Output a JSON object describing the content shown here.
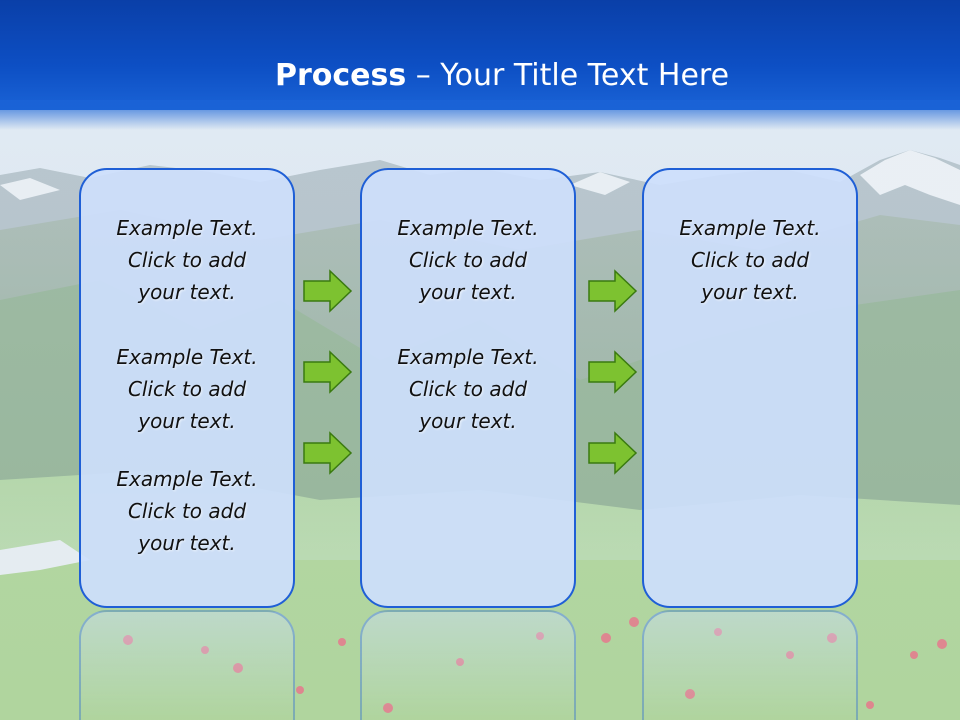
{
  "slide": {
    "title_bold": "Process",
    "title_rest": " – Your Title Text Here"
  },
  "columns": [
    {
      "blocks": [
        {
          "line1": "Example Text.",
          "line2": "Click  to add",
          "line3": "your text."
        },
        {
          "line1": "Example Text.",
          "line2": "Click  to add",
          "line3": "your text."
        },
        {
          "line1": "Example Text.",
          "line2": "Click  to add",
          "line3": "your text."
        }
      ]
    },
    {
      "blocks": [
        {
          "line1": "Example Text.",
          "line2": "Click  to add",
          "line3": "your text."
        },
        {
          "line1": "Example Text.",
          "line2": "Click  to add",
          "line3": "your text."
        }
      ]
    },
    {
      "blocks": [
        {
          "line1": "Example Text.",
          "line2": "Click  to add",
          "line3": "your text."
        }
      ]
    }
  ],
  "icons": {
    "arrow": "arrow-right-icon"
  },
  "colors": {
    "header_blue": "#0d4fc4",
    "box_border": "#1f5fd6",
    "box_fill": "#cddefc",
    "arrow_fill": "#7dc230",
    "arrow_border": "#3a7a10"
  }
}
